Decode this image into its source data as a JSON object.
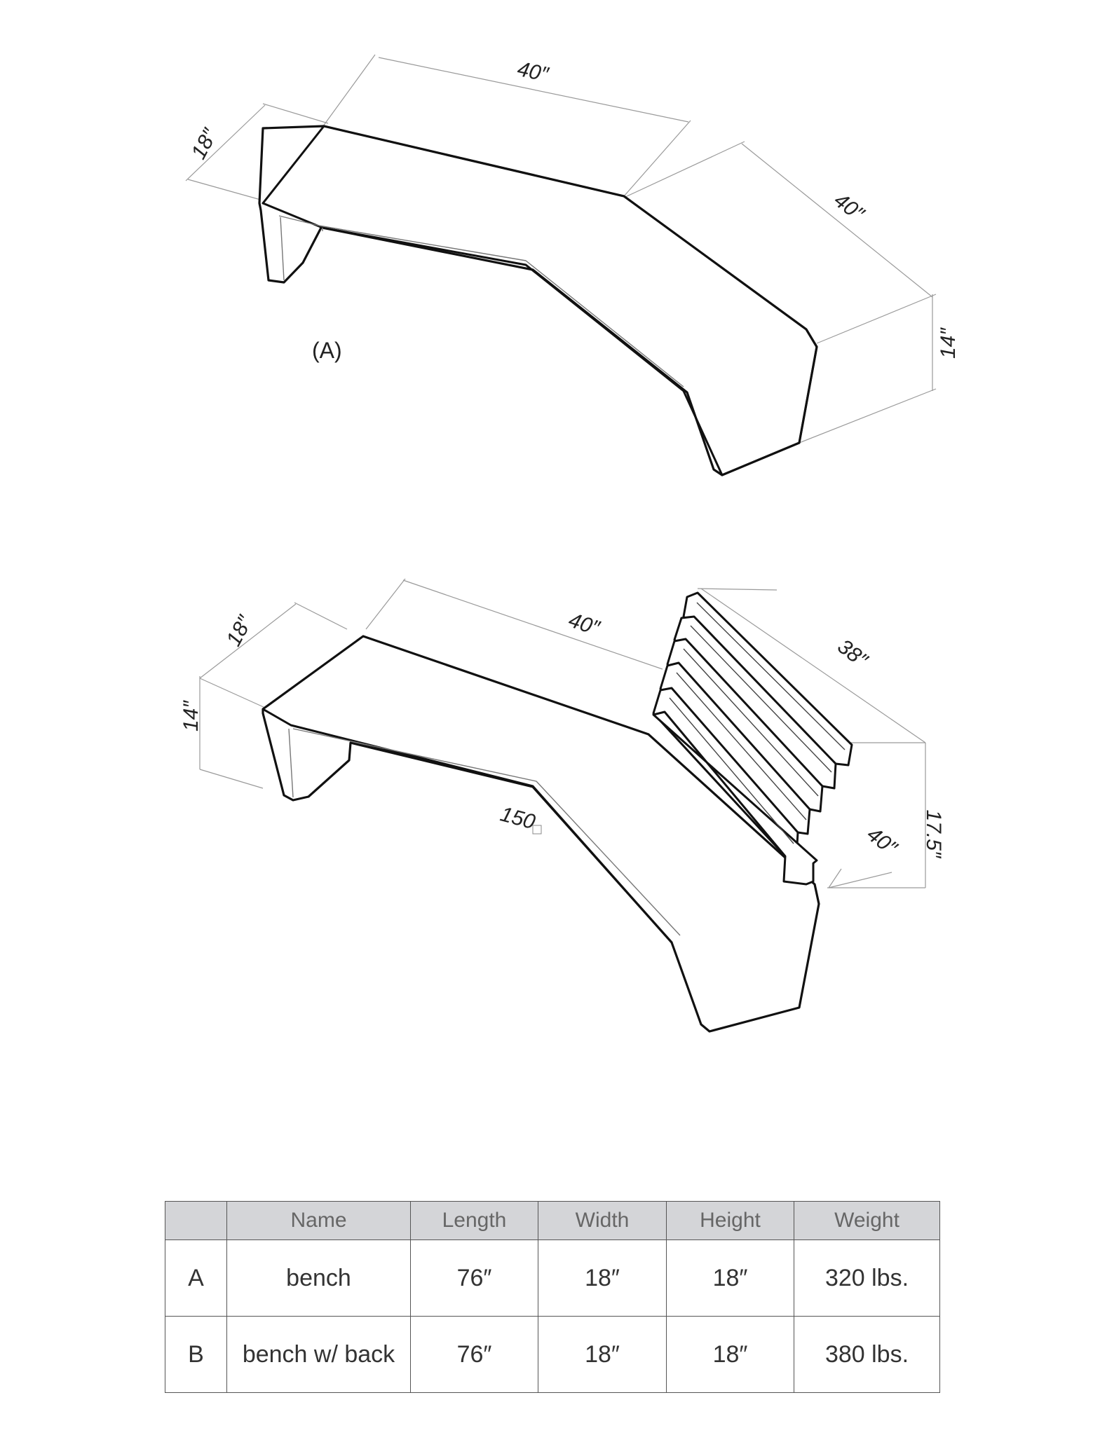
{
  "diagram_a": {
    "dimensions": {
      "width": "18″",
      "length_top": "40″",
      "length_lower": "40″",
      "height": "14″"
    },
    "label": "(A)"
  },
  "diagram_b": {
    "dimensions": {
      "width": "18″",
      "height_front": "14″",
      "length_top": "40″",
      "back_length": "38″",
      "angle": "150",
      "length_lower": "40″",
      "back_height": "17.5″"
    }
  },
  "table": {
    "headers": [
      "",
      "Name",
      "Length",
      "Width",
      "Height",
      "Weight"
    ],
    "rows": [
      [
        "A",
        "bench",
        "76″",
        "18″",
        "18″",
        "320 lbs."
      ],
      [
        "B",
        "bench w/ back",
        "76″",
        "18″",
        "18″",
        "380 lbs."
      ]
    ]
  }
}
